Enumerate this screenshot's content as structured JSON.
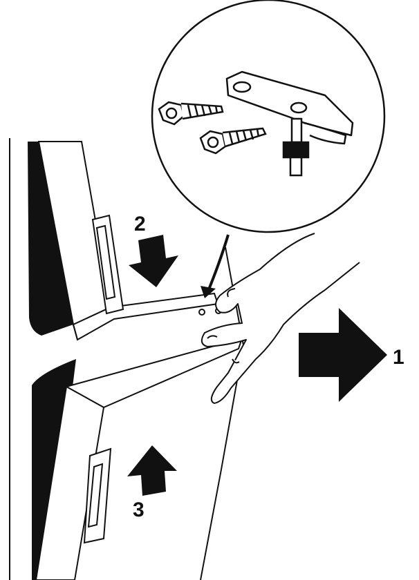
{
  "diagram": {
    "steps": [
      {
        "label": "1",
        "arrow": "right"
      },
      {
        "label": "2",
        "arrow": "down"
      },
      {
        "label": "3",
        "arrow": "up"
      }
    ],
    "detail_inset": {
      "parts": [
        "hinge-plate",
        "hinge-pin",
        "screw",
        "screw"
      ]
    }
  },
  "colors": {
    "ink": "#111111",
    "paper": "#ffffff"
  }
}
